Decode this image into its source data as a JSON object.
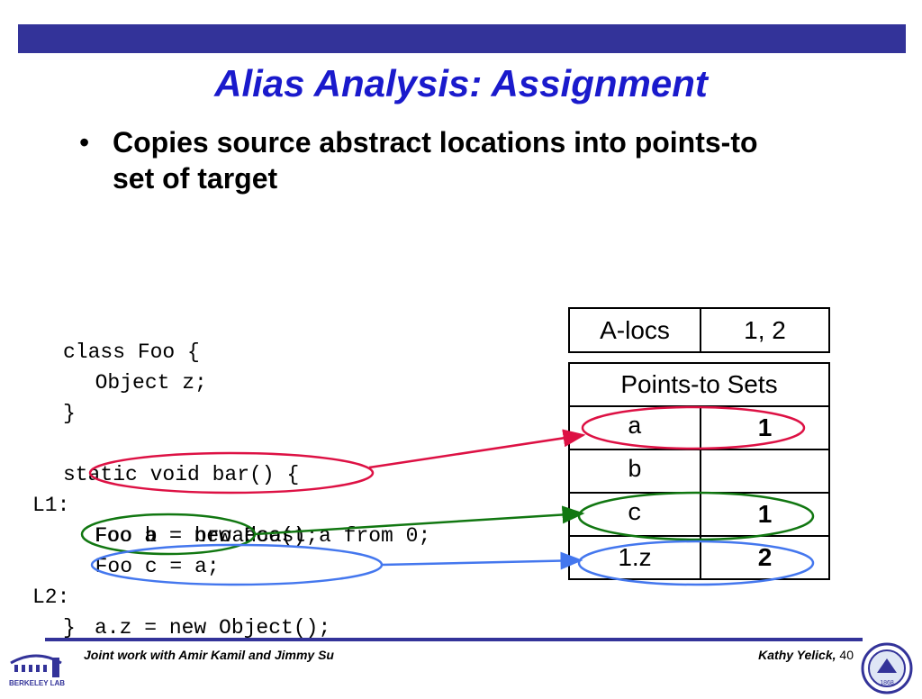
{
  "slide": {
    "title": "Alias Analysis: Assignment",
    "bullet_symbol": "•",
    "bullet": "Copies source abstract locations into points-to set of target"
  },
  "code": {
    "lines": [
      {
        "label": "",
        "text": "class Foo {"
      },
      {
        "label": "",
        "text": "  Object z;"
      },
      {
        "label": "",
        "text": "}"
      },
      {
        "label": "",
        "text": ""
      },
      {
        "label": "",
        "text": "static void bar() {"
      },
      {
        "label": "L1:",
        "text": "Foo a = new Foo();"
      },
      {
        "label": "",
        "text": "  Foo b = broadcast a from 0;"
      },
      {
        "label": "",
        "text": "  Foo c = a;"
      },
      {
        "label": "L2:",
        "text": "a.z = new Object();"
      },
      {
        "label": "",
        "text": "}"
      }
    ]
  },
  "alocs_table": {
    "label": "A-locs",
    "value": "1, 2"
  },
  "points_to_table": {
    "header": "Points-to Sets",
    "rows": [
      {
        "var": "a",
        "value": "1"
      },
      {
        "var": "b",
        "value": ""
      },
      {
        "var": "c",
        "value": "1"
      },
      {
        "var": "1.z",
        "value": "2"
      }
    ]
  },
  "annotations": {
    "colors": {
      "red": "#dd1144",
      "green": "#117711",
      "blue": "#4477ee"
    }
  },
  "footer": {
    "left": "Joint work with Amir Kamil and Jimmy Su",
    "author": "Kathy Yelick,",
    "page": "40"
  },
  "logos": {
    "left_icon": "berkeley-lab-logo",
    "left_text": "BERKELEY LAB",
    "right_icon": "uc-seal-logo",
    "right_text": "1868"
  }
}
